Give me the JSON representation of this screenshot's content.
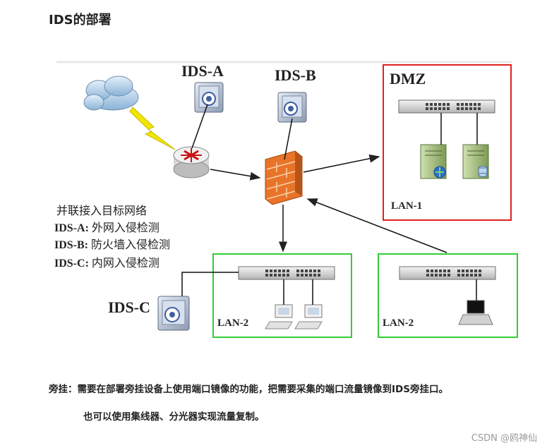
{
  "title": "IDS的部署",
  "nodes": {
    "ids_a": "IDS-A",
    "ids_b": "IDS-B",
    "ids_c": "IDS-C"
  },
  "zones": {
    "dmz": {
      "title": "DMZ",
      "label": "LAN-1"
    },
    "lan2_left": {
      "label": "LAN-2"
    },
    "lan2_right": {
      "label": "LAN-2"
    }
  },
  "legend": {
    "heading": "并联接入目标网络",
    "items": [
      {
        "key": "IDS-A:",
        "desc": " 外网入侵检测"
      },
      {
        "key": "IDS-B:",
        "desc": " 防火墙入侵检测"
      },
      {
        "key": "IDS-C:",
        "desc": " 内网入侵检测"
      }
    ]
  },
  "notes": {
    "line1": "旁挂：需要在部署旁挂设备上使用端口镜像的功能，把需要采集的端口流量镜像到IDS旁挂口。",
    "line2": "也可以使用集线器、分光器实现流量复制。"
  },
  "watermark": "CSDN @鸥神仙",
  "colors": {
    "dmz_border": "#e02020",
    "lan_border": "#33cc33",
    "firewall": "#e8742a",
    "lightning": "#f2e600"
  }
}
